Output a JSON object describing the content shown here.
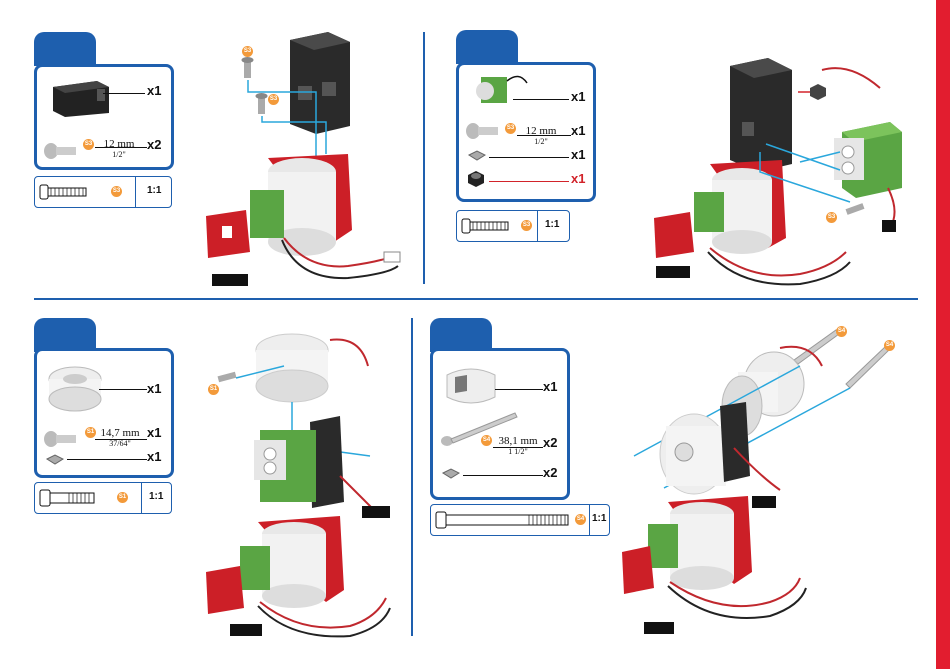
{
  "colors": {
    "accent_blue": "#1e5fae",
    "brand_red": "#e21d2f",
    "servo_green": "#5aa544",
    "bracket_red": "#cc1f27",
    "badge_orange": "#f39a3a",
    "guide_cyan": "#2aa7dc"
  },
  "steps": [
    {
      "parts": [
        {
          "icon": "black-servo-case-icon",
          "qty": "x1"
        },
        {
          "icon": "screw-icon",
          "badge": "S3",
          "dim": "12 mm",
          "dim_sub": "1/2\"",
          "qty": "x2"
        }
      ],
      "scale": {
        "badge": "S3",
        "ratio": "1:1"
      },
      "callouts": [
        "S3",
        "S3"
      ]
    },
    {
      "parts": [
        {
          "icon": "green-servo-icon",
          "qty": "x1"
        },
        {
          "icon": "screw-icon",
          "badge": "S3",
          "dim": "12 mm",
          "dim_sub": "1/2\"",
          "qty": "x1"
        },
        {
          "icon": "square-nut-icon",
          "qty": "x1"
        },
        {
          "icon": "lock-nut-icon",
          "qty": "x1",
          "highlight": "#d2232a"
        }
      ],
      "scale": {
        "badge": "S3",
        "ratio": "1:1"
      },
      "callouts": [
        "S3"
      ]
    },
    {
      "parts": [
        {
          "icon": "white-servo-horn-ring-icon",
          "qty": "x1"
        },
        {
          "icon": "screw-icon",
          "badge": "S1",
          "dim": "14,7 mm",
          "dim_sub": "37/64\"",
          "qty": "x1"
        },
        {
          "icon": "square-nut-icon",
          "qty": "x1"
        }
      ],
      "scale": {
        "badge": "S1",
        "ratio": "1:1"
      },
      "callouts": [
        "S1"
      ]
    },
    {
      "parts": [
        {
          "icon": "white-cylinder-cover-icon",
          "qty": "x1"
        },
        {
          "icon": "long-bolt-icon",
          "badge": "S4",
          "dim": "38,1 mm",
          "dim_sub": "1 1/2\"",
          "qty": "x2"
        },
        {
          "icon": "square-nut-icon",
          "qty": "x2"
        }
      ],
      "scale": {
        "badge": "S4",
        "ratio": "1:1"
      },
      "callouts": [
        "S4",
        "S4"
      ]
    }
  ]
}
